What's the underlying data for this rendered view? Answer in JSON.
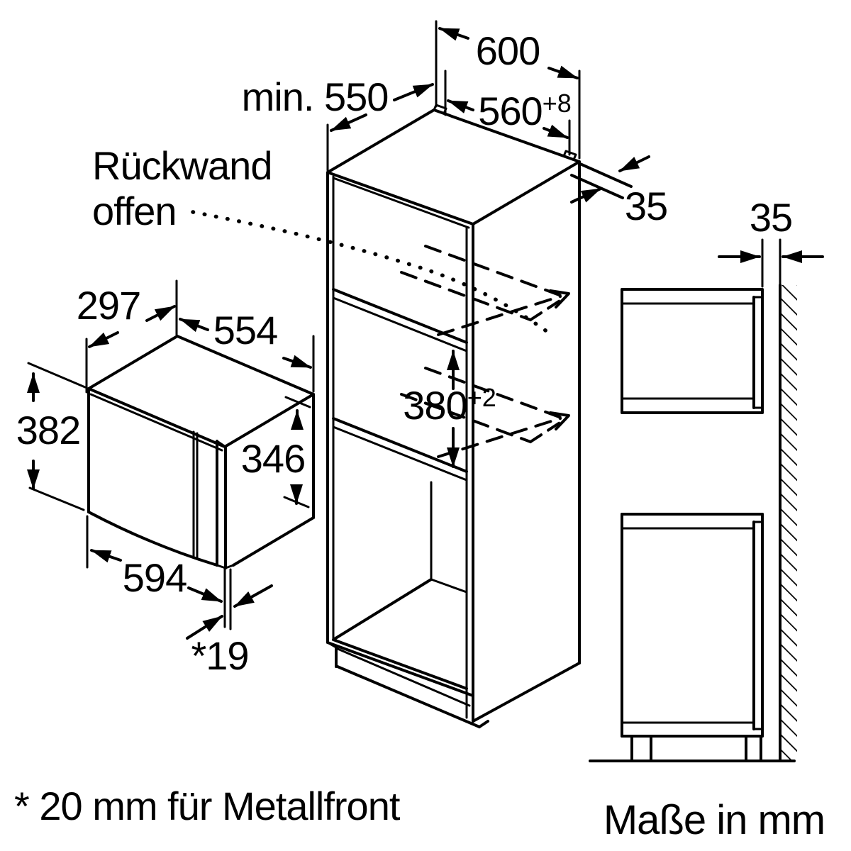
{
  "diagram": {
    "kind": "appliance-installation-drawing",
    "unit_note": "Maße in mm",
    "footnote": "* 20 mm für Metallfront",
    "annotation": {
      "line1": "Rückwand",
      "line2": "offen"
    },
    "dimensions": {
      "cabinet_outer_width": "600",
      "cabinet_min_depth": "min. 550",
      "niche_width": "560",
      "niche_width_tol": "+8",
      "top_panel_thickness": "35",
      "wall_gap": "35",
      "appliance_depth": "297",
      "appliance_top_width": "554",
      "appliance_front_height": "382",
      "appliance_body_height": "346",
      "appliance_front_width": "594",
      "door_protrusion": "*19",
      "niche_height": "380",
      "niche_height_tol": "+2"
    },
    "colors": {
      "line": "#000000",
      "background": "#ffffff"
    }
  }
}
